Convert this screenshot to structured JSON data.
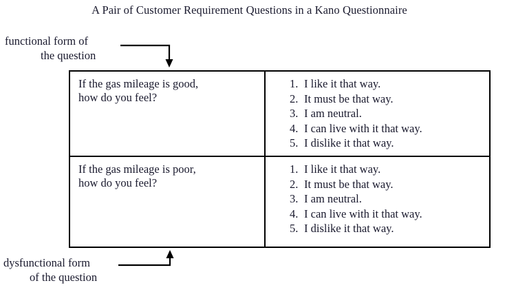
{
  "title": "A Pair of Customer Requirement Questions in a Kano Questionnaire",
  "labels": {
    "functional": {
      "line1": "functional form of",
      "line2": "the question"
    },
    "dysfunctional": {
      "line1": "dysfunctional form",
      "line2": "of the question"
    }
  },
  "table": {
    "rows": [
      {
        "question": {
          "line1": "If the gas mileage is good,",
          "line2": "how do you feel?"
        },
        "answers": [
          {
            "num": "1.",
            "text": "I like it that way."
          },
          {
            "num": "2.",
            "text": "It must be that way."
          },
          {
            "num": "3.",
            "text": "I am neutral."
          },
          {
            "num": "4.",
            "text": "I can live with it that way."
          },
          {
            "num": "5.",
            "text": "I dislike it that way."
          }
        ]
      },
      {
        "question": {
          "line1": "If the gas mileage is poor,",
          "line2": "how do you feel?"
        },
        "answers": [
          {
            "num": "1.",
            "text": "I like it that way."
          },
          {
            "num": "2.",
            "text": "It must be that way."
          },
          {
            "num": "3.",
            "text": "I am neutral."
          },
          {
            "num": "4.",
            "text": "I can live with it that way."
          },
          {
            "num": "5.",
            "text": "I dislike it that way."
          }
        ]
      }
    ]
  },
  "colors": {
    "background": "#ffffff",
    "ink": "#1a1a2e",
    "line": "#000000"
  }
}
